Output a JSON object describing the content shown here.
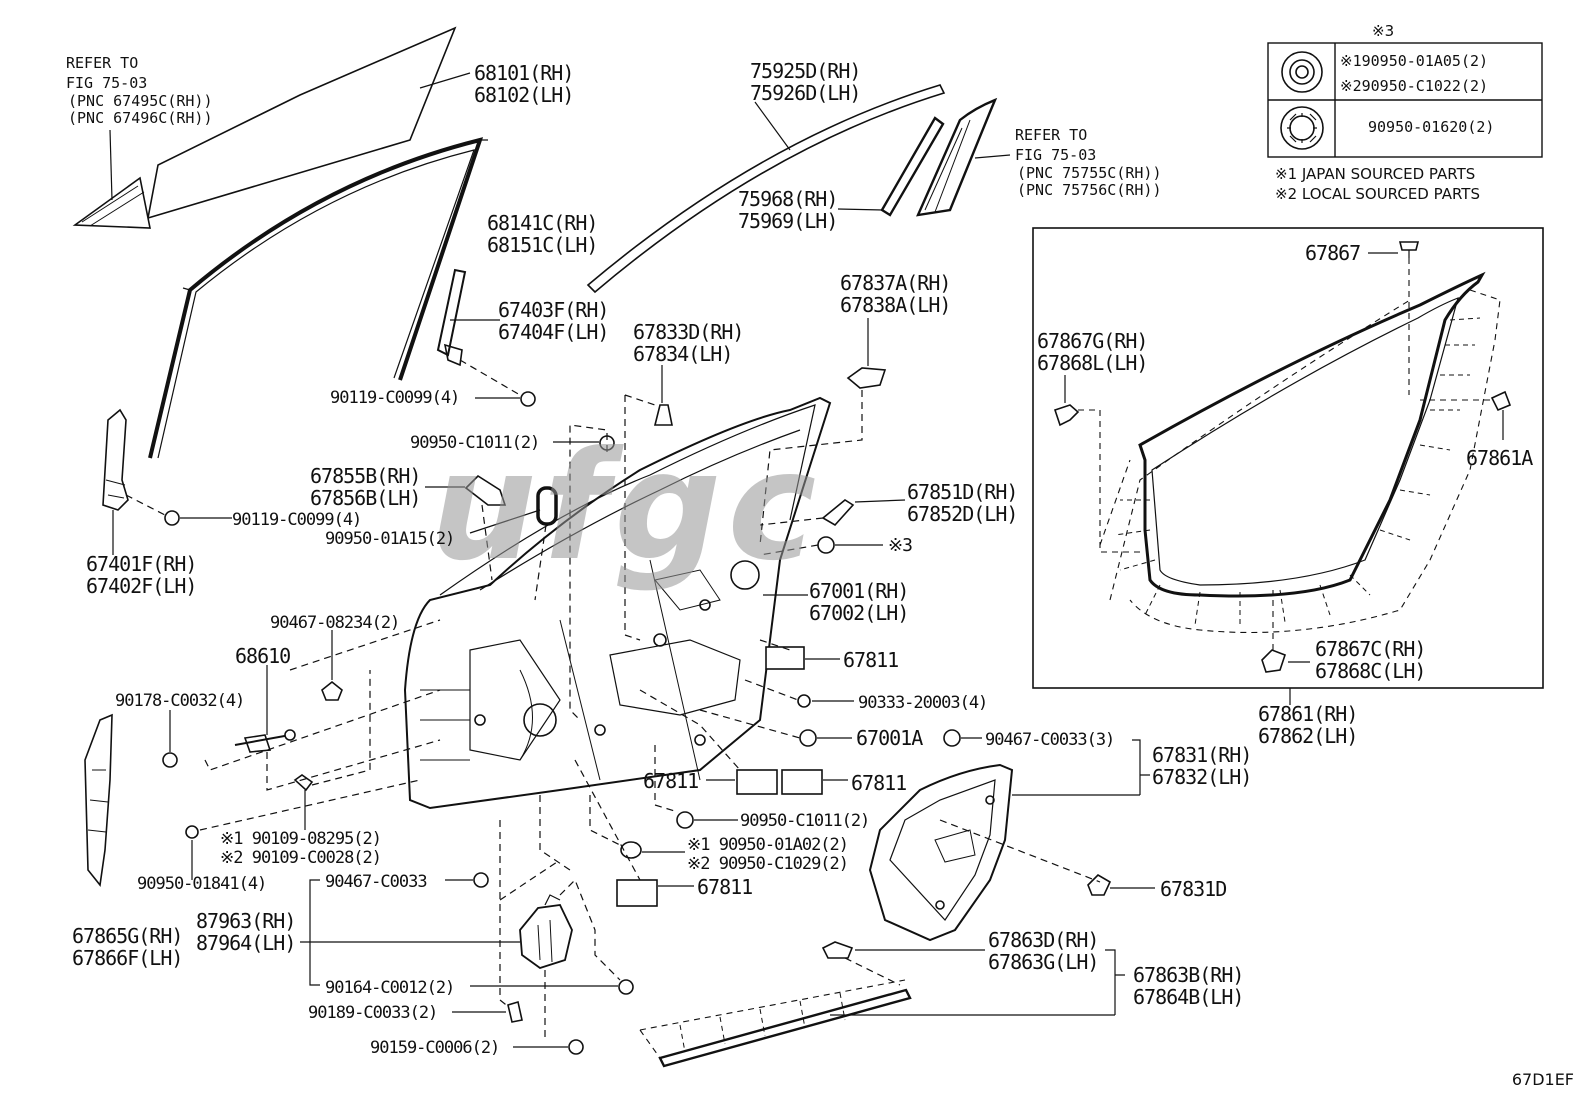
{
  "watermark": "ufgc",
  "figure_code": "67D1EF",
  "labels": {
    "refer_left_1": "REFER TO",
    "refer_left_2": "FIG 75-03",
    "refer_left_3": "(PNC 67495C(RH))",
    "refer_left_4": "(PNC 67496C(RH))",
    "p68101": "68101(RH)",
    "p68102": "68102(LH)",
    "p75925d": "75925D(RH)",
    "p75926d": "75926D(LH)",
    "refer_right_1": "REFER TO",
    "refer_right_2": "FIG 75-03",
    "refer_right_3": "(PNC 75755C(RH))",
    "refer_right_4": "(PNC 75756C(RH))",
    "p75968": "75968(RH)",
    "p75969": "75969(LH)",
    "p68141c": "68141C(RH)",
    "p68151c": "68151C(LH)",
    "p67403f": "67403F(RH)",
    "p67404f": "67404F(LH)",
    "p67833d": "67833D(RH)",
    "p67834": "67834(LH)",
    "p67837a": "67837A(RH)",
    "p67838a": "67838A(LH)",
    "p90119_top": "90119-C0099(4)",
    "p90950_c1011_top": "90950-C1011(2)",
    "p67855b": "67855B(RH)",
    "p67856b": "67856B(LH)",
    "p90119_left": "90119-C0099(4)",
    "p90950_01a15": "90950-01A15(2)",
    "p67851d": "67851D(RH)",
    "p67852d": "67852D(LH)",
    "p_x3": "※3",
    "p67401f": "67401F(RH)",
    "p67402f": "67402F(LH)",
    "p67001": "67001(RH)",
    "p67002": "67002(LH)",
    "p90467_08234": "90467-08234(2)",
    "p68610": "68610",
    "p67811_a": "67811",
    "p90333": "90333-20003(4)",
    "p90178": "90178-C0032(4)",
    "p67001a": "67001A",
    "p90467_c0033_3": "90467-C0033(3)",
    "p67831": "67831(RH)",
    "p67832": "67832(LH)",
    "p67811_b": "67811",
    "p67811_c": "67811",
    "p90950_c1011_bot": "90950-C1011(2)",
    "p90109_08295": "※1 90109-08295(2)",
    "p90109_c0028": "※2 90109-C0028(2)",
    "p90950_01a02": "※1 90950-01A02(2)",
    "p90950_c1029": "※2 90950-C1029(2)",
    "p90950_01841": "90950-01841(4)",
    "p90467_c0033": "90467-C0033",
    "p67811_d": "67811",
    "p67831d": "67831D",
    "p67865g": "67865G(RH)",
    "p67866f": "67866F(LH)",
    "p87963": "87963(RH)",
    "p87964": "87964(LH)",
    "p67863d": "67863D(RH)",
    "p67863g": "67863G(LH)",
    "p67863b": "67863B(RH)",
    "p67864b": "67864B(LH)",
    "p90164": "90164-C0012(2)",
    "p90189": "90189-C0033(2)",
    "p90159": "90159-C0006(2)",
    "p67867": "67867",
    "p67867g": "67867G(RH)",
    "p67868l": "67868L(LH)",
    "p67861a": "67861A",
    "p67867c": "67867C(RH)",
    "p67868c": "67868C(LH)",
    "p67861": "67861(RH)",
    "p67862": "67862(LH)"
  },
  "inset_table": {
    "header": "※3",
    "row1_line1": "※190950-01A05(2)",
    "row1_line2": "※290950-C1022(2)",
    "row2": "90950-01620(2)"
  },
  "notes": {
    "note1": "※1 JAPAN SOURCED PARTS",
    "note2": "※2 LOCAL SOURCED PARTS"
  }
}
